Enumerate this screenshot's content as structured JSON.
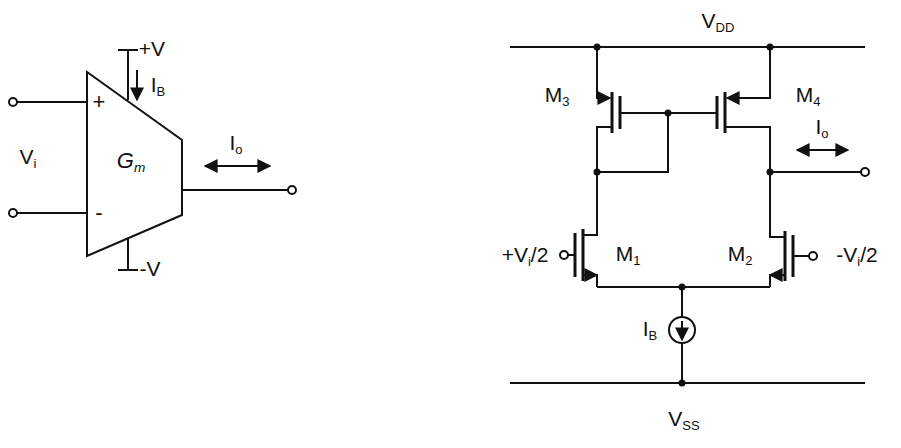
{
  "diagram": {
    "nodes": [
      {
        "text": [
          "+",
          "Gm",
          "-"
        ]
      }
    ],
    "labels": [
      "Vi",
      "+V",
      "IB",
      "Io",
      "-V",
      "VDD",
      "M3",
      "M4",
      "Io",
      "+Vi/2",
      "M1",
      "M2",
      "-Vi/2",
      "IB",
      "VSS"
    ]
  }
}
